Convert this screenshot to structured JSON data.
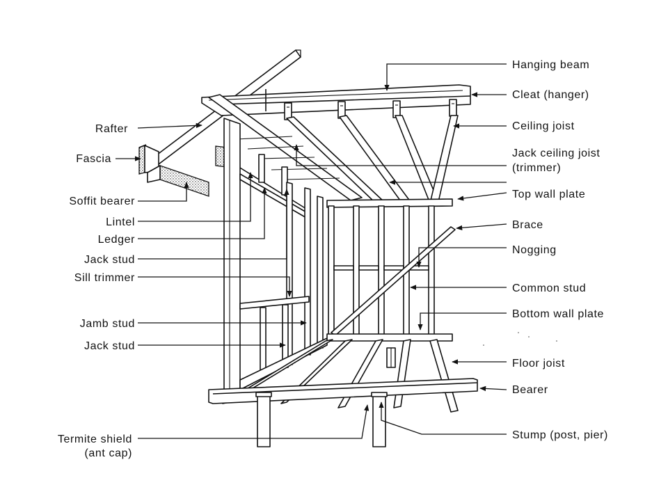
{
  "labels": {
    "hanging_beam": "Hanging beam",
    "cleat": "Cleat (hanger)",
    "ceiling_joist": "Ceiling joist",
    "jack_ceiling_joist_1": "Jack ceiling joist",
    "jack_ceiling_joist_2": "(trimmer)",
    "top_wall_plate": "Top wall plate",
    "brace": "Brace",
    "nogging": "Nogging",
    "common_stud": "Common stud",
    "bottom_wall_plate": "Bottom wall plate",
    "floor_joist": "Floor joist",
    "bearer": "Bearer",
    "stump": "Stump (post, pier)",
    "rafter": "Rafter",
    "fascia": "Fascia",
    "soffit_bearer": "Soffit bearer",
    "lintel": "Lintel",
    "ledger": "Ledger",
    "jack_stud_upper": "Jack stud",
    "sill_trimmer": "Sill trimmer",
    "jamb_stud": "Jamb stud",
    "jack_stud_lower": "Jack stud",
    "termite_shield_1": "Termite shield",
    "termite_shield_2": "(ant cap)"
  }
}
